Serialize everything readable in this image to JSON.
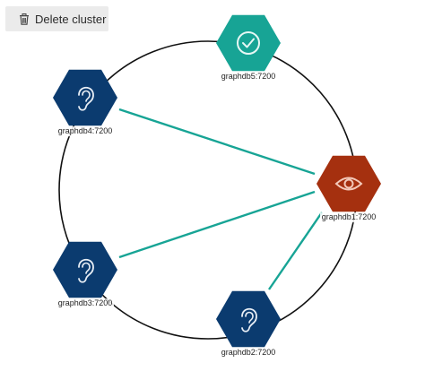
{
  "toolbar": {
    "delete_label": "Delete cluster",
    "delete_icon": "trash-icon"
  },
  "colors": {
    "leader": "#a5300f",
    "follower": "#0b3b6f",
    "healthy": "#17a495",
    "link": "#17a495",
    "ring": "#111111"
  },
  "nodes": [
    {
      "id": "node-graphdb5",
      "label": "graphdb5:7200",
      "role": "healthy",
      "icon": "check-circle-icon"
    },
    {
      "id": "node-graphdb1",
      "label": "graphdb1:7200",
      "role": "leader",
      "icon": "eye-icon"
    },
    {
      "id": "node-graphdb2",
      "label": "graphdb2:7200",
      "role": "follower",
      "icon": "ear-icon"
    },
    {
      "id": "node-graphdb3",
      "label": "graphdb3:7200",
      "role": "follower",
      "icon": "ear-icon"
    },
    {
      "id": "node-graphdb4",
      "label": "graphdb4:7200",
      "role": "follower",
      "icon": "ear-icon"
    }
  ],
  "links": [
    {
      "from": "graphdb1:7200",
      "to": "graphdb4:7200"
    },
    {
      "from": "graphdb1:7200",
      "to": "graphdb3:7200"
    },
    {
      "from": "graphdb1:7200",
      "to": "graphdb2:7200"
    }
  ]
}
